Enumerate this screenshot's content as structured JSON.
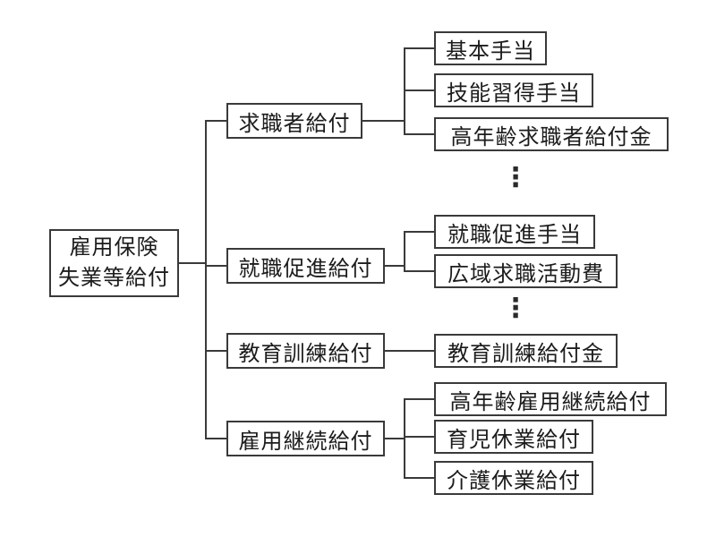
{
  "tree": {
    "root": {
      "line1": "雇用保険",
      "line2": "失業等給付"
    },
    "groups": [
      {
        "label": "求職者給付",
        "children": [
          "基本手当",
          "技能習得手当",
          "高年齢求職者給付金"
        ],
        "truncated": true
      },
      {
        "label": "就職促進給付",
        "children": [
          "就職促進手当",
          "広域求職活動費"
        ],
        "truncated": true
      },
      {
        "label": "教育訓練給付",
        "children": [
          "教育訓練給付金"
        ],
        "truncated": false
      },
      {
        "label": "雇用継続給付",
        "children": [
          "高年齢雇用継続給付",
          "育児休業給付",
          "介護休業給付"
        ],
        "truncated": false
      }
    ],
    "ellipsis_glyph": "⋮"
  },
  "colors": {
    "line": "#3a3a3a",
    "text": "#1c1c1c",
    "background": "#ffffff"
  }
}
